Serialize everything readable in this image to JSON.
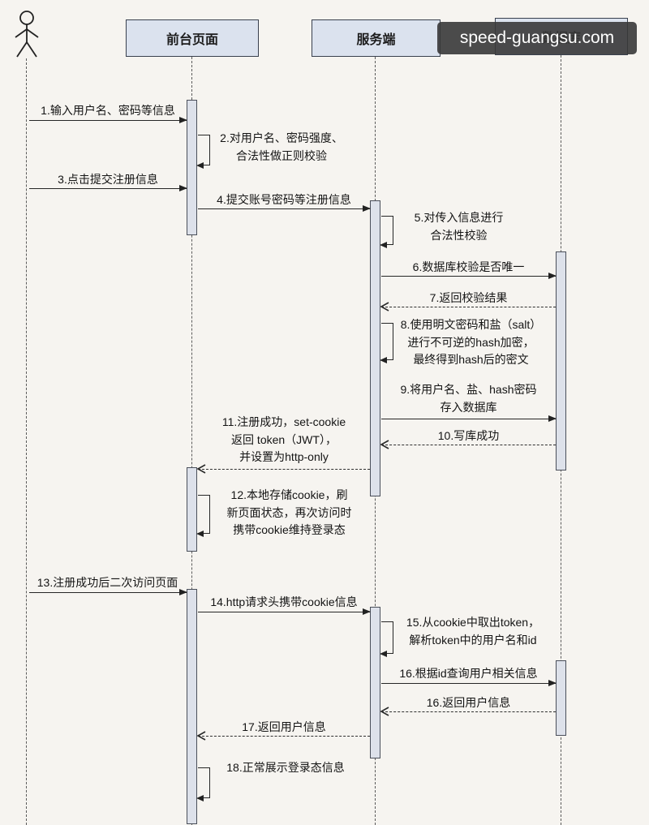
{
  "watermark": {
    "text": "speed-guangsu.com"
  },
  "participants": [
    {
      "label": "前台页面"
    },
    {
      "label": "服务端"
    },
    {
      "label": "数据库"
    }
  ],
  "messages": [
    {
      "label": "1.输入用户名、密码等信息"
    },
    {
      "label": "2.对用户名、密码强度、\n合法性做正则校验"
    },
    {
      "label": "3.点击提交注册信息"
    },
    {
      "label": "4.提交账号密码等注册信息"
    },
    {
      "label": "5.对传入信息进行\n合法性校验"
    },
    {
      "label": "6.数据库校验是否唯一"
    },
    {
      "label": "7.返回校验结果"
    },
    {
      "label": "8.使用明文密码和盐（salt）\n进行不可逆的hash加密，\n最终得到hash后的密文"
    },
    {
      "label": "9.将用户名、盐、hash密码\n存入数据库"
    },
    {
      "label": "10.写库成功"
    },
    {
      "label": "11.注册成功，set-cookie\n返回 token（JWT），\n并设置为http-only"
    },
    {
      "label": "12.本地存储cookie，刷\n新页面状态，再次访问时\n携带cookie维持登录态"
    },
    {
      "label": "13.注册成功后二次访问页面"
    },
    {
      "label": "14.http请求头携带cookie信息"
    },
    {
      "label": "15.从cookie中取出token，\n解析token中的用户名和id"
    },
    {
      "label": "16.根据id查询用户相关信息"
    },
    {
      "label": "16.返回用户信息"
    },
    {
      "label": "17.返回用户信息"
    },
    {
      "label": "18.正常展示登录态信息"
    }
  ],
  "colors": {
    "background": "#f6f4f0",
    "participant_fill": "#dbe2ee",
    "activation_fill": "#dde1ea",
    "line": "#262626",
    "watermark_bg": "#383838"
  }
}
